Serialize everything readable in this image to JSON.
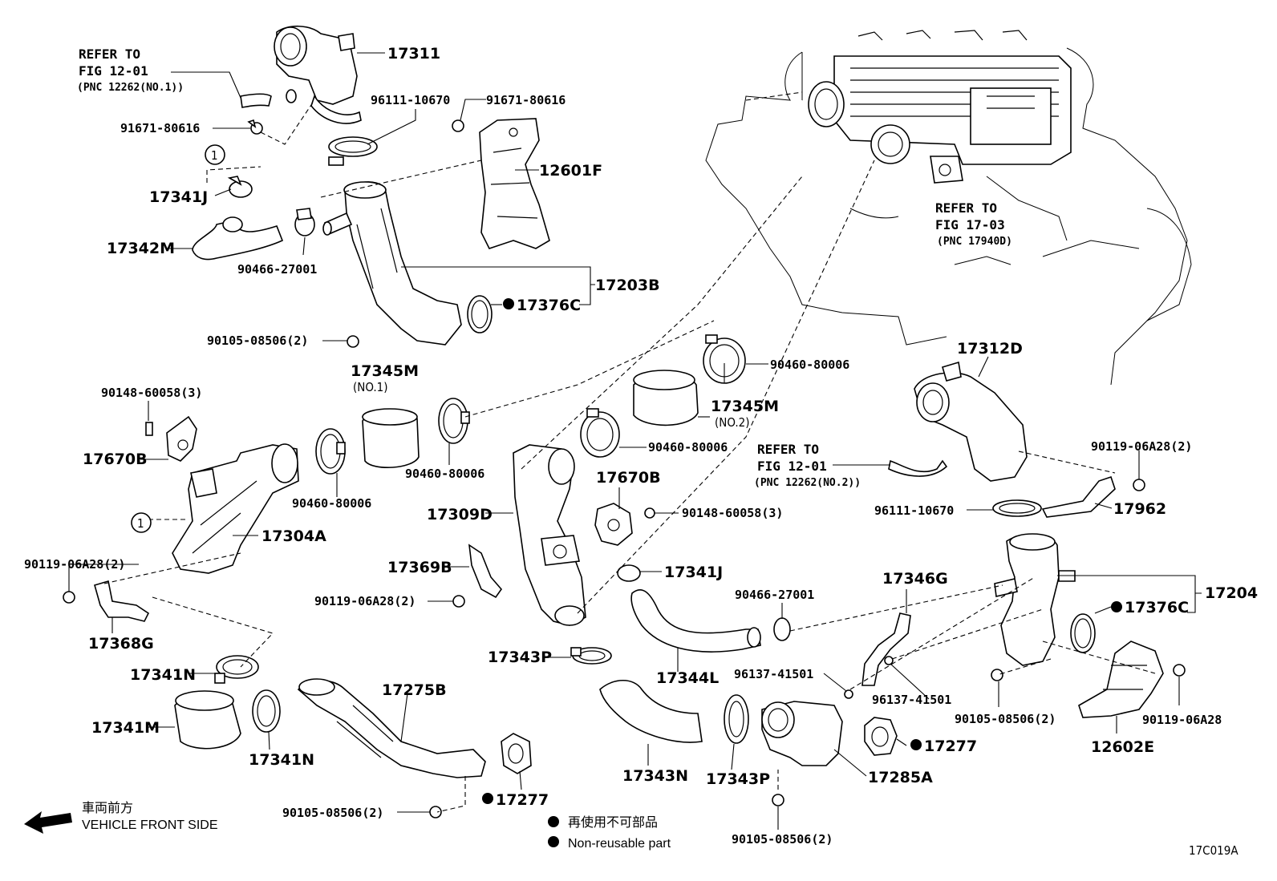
{
  "parts": {
    "p17311": "17311",
    "p91671_a": "91671-80616",
    "p96111_a": "96111-10670",
    "p91671_b": "91671-80616",
    "p17341J_a": "17341J",
    "p12601F": "12601F",
    "p17342M": "17342M",
    "p90466_a": "90466-27001",
    "p17203B": "17203B",
    "p17376C_a": "17376C",
    "p90105_a": "90105-08506(2)",
    "p17345M_1": "17345M",
    "p17345M_1_sub": "(NO.1)",
    "p90460_a": "90460-80006",
    "p17345M_2": "17345M",
    "p17345M_2_sub": "(NO.2)",
    "p90148_a": "90148-60058(3)",
    "p17670B_a": "17670B",
    "p90460_b": "90460-80006",
    "p90460_c": "90460-80006",
    "p90460_d": "90460-80006",
    "p17309D": "17309D",
    "p17670B_b": "17670B",
    "p90148_b": "90148-60058(3)",
    "p17304A": "17304A",
    "p90119_a": "90119-06A28(2)",
    "p17369B": "17369B",
    "p90119_b": "90119-06A28(2)",
    "p17341J_b": "17341J",
    "p17368G": "17368G",
    "p17312D": "17312D",
    "p90119_c": "90119-06A28(2)",
    "p96111_b": "96111-10670",
    "p17962": "17962",
    "p17204": "17204",
    "p17376C_b": "17376C",
    "p17346G": "17346G",
    "p90466_b": "90466-27001",
    "p17343P_a": "17343P",
    "p17344L": "17344L",
    "p96137_a": "96137-41501",
    "p96137_b": "96137-41501",
    "p90105_b": "90105-08506(2)",
    "p90119_d": "90119-06A28",
    "p12602E": "12602E",
    "p17341N_a": "17341N",
    "p17275B": "17275B",
    "p17341M": "17341M",
    "p17341N_b": "17341N",
    "p17277_a": "17277",
    "p17277_b": "17277",
    "p17343N": "17343N",
    "p17343P_b": "17343P",
    "p17285A": "17285A",
    "p90105_c": "90105-08506(2)",
    "p90105_d": "90105-08506(2)"
  },
  "refs": {
    "ref1_l1": "REFER TO",
    "ref1_l2": "FIG 12-01",
    "ref1_l3": "(PNC 12262(NO.1))",
    "ref2_l1": "REFER TO",
    "ref2_l2": "FIG 17-03",
    "ref2_l3": "(PNC 17940D)",
    "ref3_l1": "REFER TO",
    "ref3_l2": "FIG 12-01",
    "ref3_l3": "(PNC 12262(NO.2))"
  },
  "markers": {
    "circle_1_a": "1",
    "circle_1_b": "1"
  },
  "legend": {
    "front_jp": "車両前方",
    "front_en": "VEHICLE FRONT SIDE",
    "nonreuse_jp": "再使用不可部品",
    "nonreuse_en": "Non-reusable part"
  },
  "figure_id": "17C019A"
}
